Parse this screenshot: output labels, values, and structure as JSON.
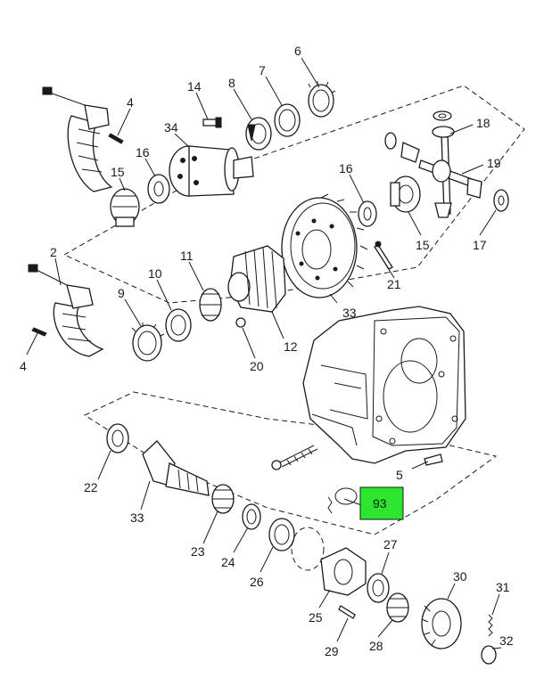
{
  "diagram": {
    "highlight_color": "#2ee62e",
    "highlighted_label": "93",
    "callouts": [
      {
        "id": "c-6",
        "text": "6"
      },
      {
        "id": "c-7",
        "text": "7"
      },
      {
        "id": "c-8",
        "text": "8"
      },
      {
        "id": "c-14",
        "text": "14"
      },
      {
        "id": "c-4a",
        "text": "4"
      },
      {
        "id": "c-34",
        "text": "34"
      },
      {
        "id": "c-18",
        "text": "18"
      },
      {
        "id": "c-16a",
        "text": "16"
      },
      {
        "id": "c-15a",
        "text": "15"
      },
      {
        "id": "c-16b",
        "text": "16"
      },
      {
        "id": "c-19",
        "text": "19"
      },
      {
        "id": "c-15b",
        "text": "15"
      },
      {
        "id": "c-17",
        "text": "17"
      },
      {
        "id": "c-2",
        "text": "2"
      },
      {
        "id": "c-10",
        "text": "10"
      },
      {
        "id": "c-11",
        "text": "11"
      },
      {
        "id": "c-9",
        "text": "9"
      },
      {
        "id": "c-21",
        "text": "21"
      },
      {
        "id": "c-33a",
        "text": "33"
      },
      {
        "id": "c-12",
        "text": "12"
      },
      {
        "id": "c-20",
        "text": "20"
      },
      {
        "id": "c-4b",
        "text": "4"
      },
      {
        "id": "c-22",
        "text": "22"
      },
      {
        "id": "c-5",
        "text": "5"
      },
      {
        "id": "c-33b",
        "text": "33"
      },
      {
        "id": "c-23",
        "text": "23"
      },
      {
        "id": "c-24",
        "text": "24"
      },
      {
        "id": "c-26",
        "text": "26"
      },
      {
        "id": "c-27",
        "text": "27"
      },
      {
        "id": "c-30",
        "text": "30"
      },
      {
        "id": "c-31",
        "text": "31"
      },
      {
        "id": "c-32",
        "text": "32"
      },
      {
        "id": "c-25",
        "text": "25"
      },
      {
        "id": "c-28",
        "text": "28"
      },
      {
        "id": "c-29",
        "text": "29"
      }
    ]
  }
}
